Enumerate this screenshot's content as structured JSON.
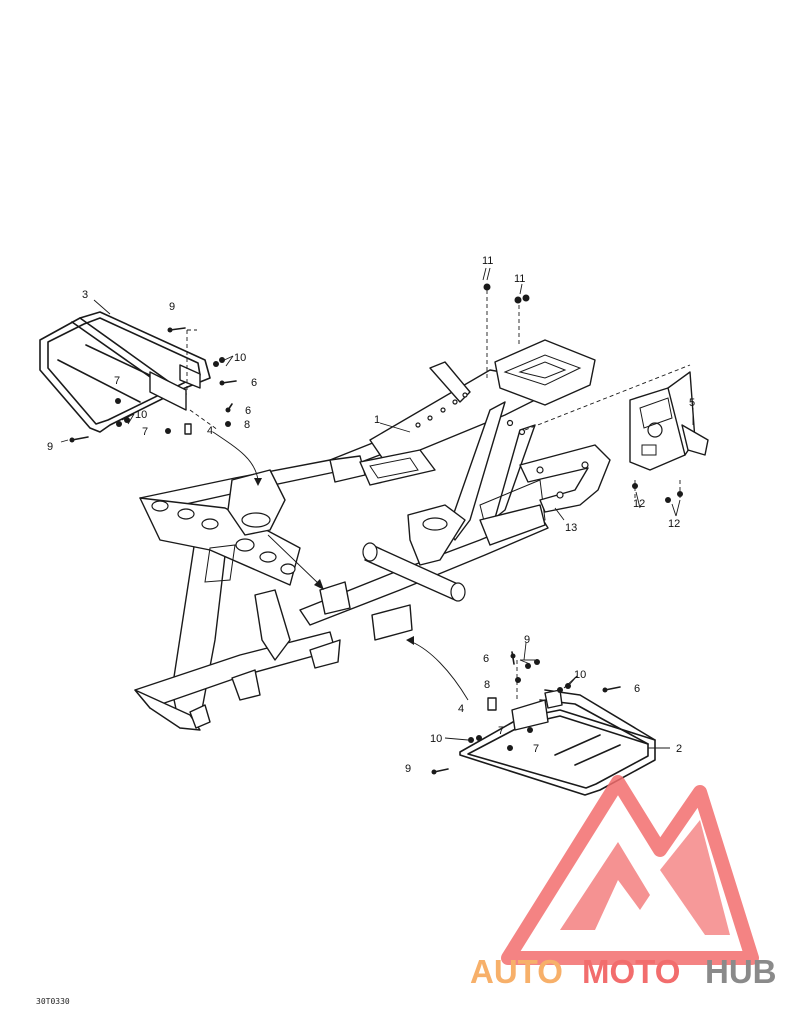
{
  "diagram": {
    "callouts": {
      "c1": "1",
      "c2": "2",
      "c3": "3",
      "c4a": "4",
      "c4b": "4",
      "c5": "5",
      "c6a": "6",
      "c6b": "6",
      "c6c": "6",
      "c6d": "6",
      "c7a": "7",
      "c7b": "7",
      "c7c": "7",
      "c7d": "7",
      "c8a": "8",
      "c8b": "8",
      "c9a": "9",
      "c9b": "9",
      "c9c": "9",
      "c9d": "9",
      "c10a": "10",
      "c10b": "10",
      "c10c": "10",
      "c10d": "10",
      "c11a": "11",
      "c11b": "11",
      "c12a": "12",
      "c12b": "12",
      "c13": "13"
    },
    "drawing_code": "30T0330"
  },
  "watermark": {
    "text_auto": "AUTO",
    "text_moto": "MOTO",
    "text_hub": "HUB",
    "colors": {
      "red": "#f26d6d",
      "orange": "#f7b06a",
      "gray": "#8a8a8a"
    }
  }
}
